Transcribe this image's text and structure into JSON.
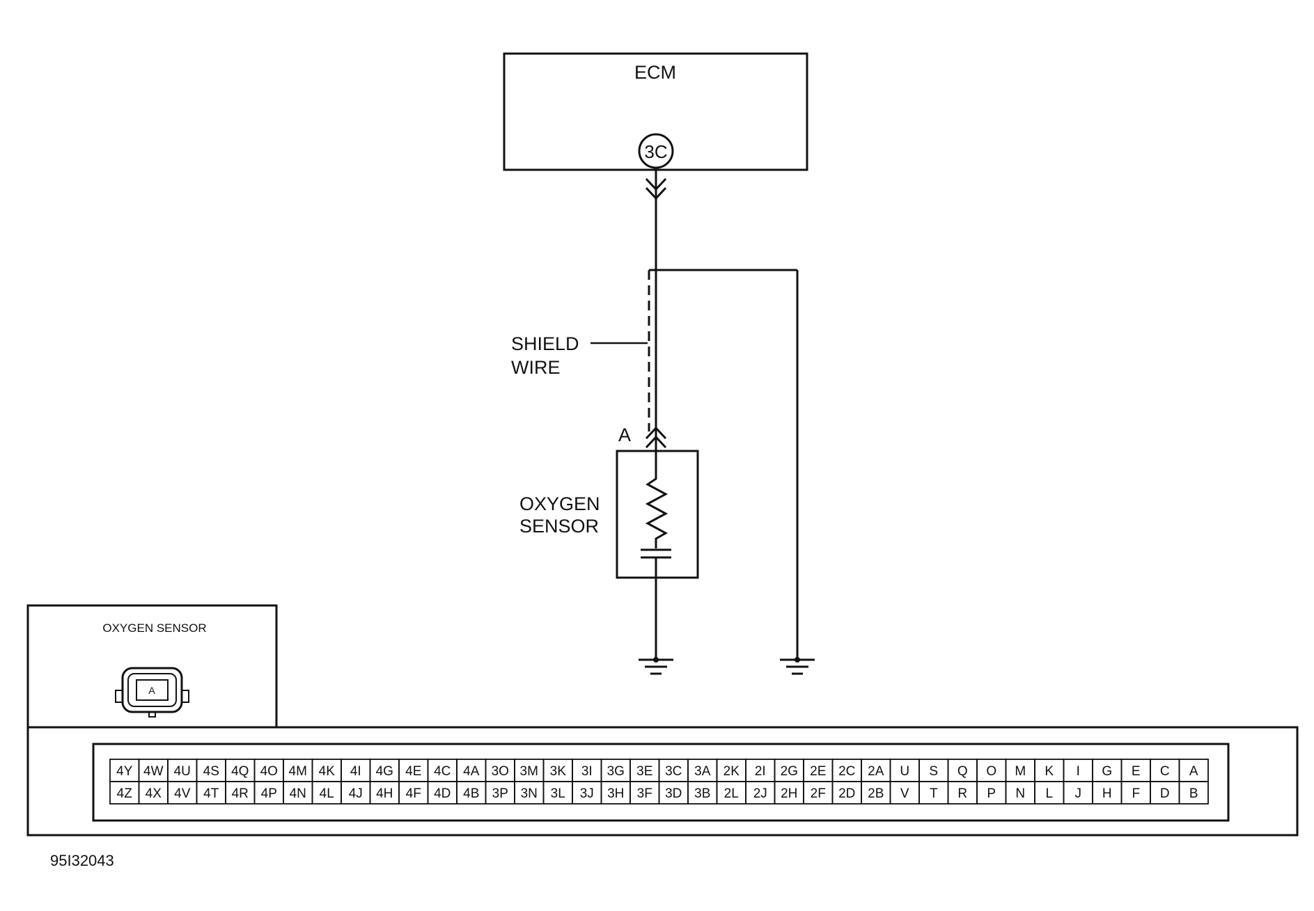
{
  "ecm": {
    "label": "ECM",
    "terminal": "3C"
  },
  "shield": {
    "line1": "SHIELD",
    "line2": "WIRE"
  },
  "sensor": {
    "line1": "OXYGEN",
    "line2": "SENSOR",
    "connector_pin": "A"
  },
  "sensor_view": {
    "title": "OXYGEN SENSOR",
    "pin": "A"
  },
  "ecm_connector": {
    "top_row": [
      "4Y",
      "4W",
      "4U",
      "4S",
      "4Q",
      "4O",
      "4M",
      "4K",
      "4I",
      "4G",
      "4E",
      "4C",
      "4A",
      "3O",
      "3M",
      "3K",
      "3I",
      "3G",
      "3E",
      "3C",
      "3A",
      "2K",
      "2I",
      "2G",
      "2E",
      "2C",
      "2A",
      "U",
      "S",
      "Q",
      "O",
      "M",
      "K",
      "I",
      "G",
      "E",
      "C",
      "A"
    ],
    "bottom_row": [
      "4Z",
      "4X",
      "4V",
      "4T",
      "4R",
      "4P",
      "4N",
      "4L",
      "4J",
      "4H",
      "4F",
      "4D",
      "4B",
      "3P",
      "3N",
      "3L",
      "3J",
      "3H",
      "3F",
      "3D",
      "3B",
      "2L",
      "2J",
      "2H",
      "2F",
      "2D",
      "2B",
      "V",
      "T",
      "R",
      "P",
      "N",
      "L",
      "J",
      "H",
      "F",
      "D",
      "B"
    ]
  },
  "figure_id": "95I32043"
}
